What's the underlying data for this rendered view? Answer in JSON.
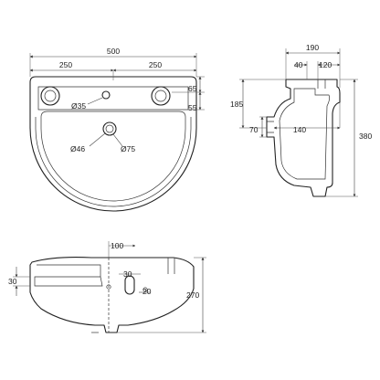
{
  "dimensions": {
    "front_width": "500",
    "front_half_left": "250",
    "front_half_right": "250",
    "front_tap_hole": "Ø35",
    "front_waste_hole": "Ø46",
    "front_waste_outer": "Ø75",
    "front_offset_65": "65",
    "front_offset_55": "55",
    "side_depth": "190",
    "side_tap_offset": "40",
    "side_rear_depth": "120",
    "side_overall_height": "380",
    "side_waste_height": "185",
    "side_waste_offset": "70",
    "side_waste_depth": "140",
    "bottom_offset_100": "100",
    "bottom_hole_30": "30",
    "bottom_depth_20": "20",
    "bottom_height_270": "270",
    "bottom_rim_30": "30"
  }
}
